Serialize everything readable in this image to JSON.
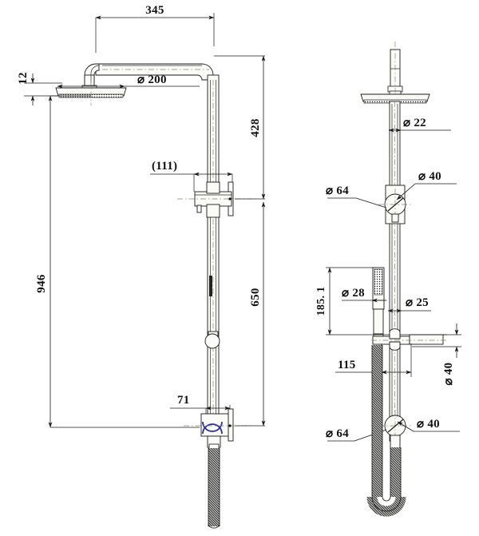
{
  "drawing": {
    "title": "Shower Column Dimensioned Drawing",
    "background_color": "#ffffff",
    "line_color": "#1a1a1a",
    "accent_color": "#2b2f9e",
    "centerline_color": "#8a8468",
    "diameter_symbol": "⌀"
  },
  "views": {
    "front": {
      "name": "front-elevation-view",
      "label": ""
    },
    "side": {
      "name": "side-elevation-view",
      "label": ""
    }
  },
  "dimensions": {
    "front": [
      {
        "id": "arm-length",
        "text": "345",
        "value": 345,
        "unit": "mm",
        "orientation": "horizontal",
        "type": "linear"
      },
      {
        "id": "head-thickness",
        "text": "12",
        "value": 12,
        "unit": "mm",
        "orientation": "vertical",
        "type": "linear"
      },
      {
        "id": "head-diameter",
        "text": "⌀ 200",
        "value": 200,
        "unit": "mm",
        "orientation": "horizontal",
        "type": "diameter"
      },
      {
        "id": "diverter-offset",
        "text": "(111)",
        "value": 111,
        "unit": "mm",
        "orientation": "horizontal",
        "type": "reference"
      },
      {
        "id": "overall-height",
        "text": "946",
        "value": 946,
        "unit": "mm",
        "orientation": "vertical",
        "type": "linear"
      },
      {
        "id": "head-to-diverter",
        "text": "428",
        "value": 428,
        "unit": "mm",
        "orientation": "vertical",
        "type": "linear"
      },
      {
        "id": "diverter-to-outlet",
        "text": "650",
        "value": 650,
        "unit": "mm",
        "orientation": "vertical",
        "type": "linear"
      },
      {
        "id": "outlet-offset",
        "text": "71",
        "value": 71,
        "unit": "mm",
        "orientation": "horizontal",
        "type": "linear"
      }
    ],
    "side": [
      {
        "id": "riser-diameter",
        "text": "⌀ 22",
        "value": 22,
        "unit": "mm",
        "orientation": "horizontal",
        "type": "diameter"
      },
      {
        "id": "diverter-body-diameter",
        "text": "⌀ 64",
        "value": 64,
        "unit": "mm",
        "orientation": "horizontal",
        "type": "diameter"
      },
      {
        "id": "diverter-handle-diameter",
        "text": "⌀ 40",
        "value": 40,
        "unit": "mm",
        "orientation": "horizontal",
        "type": "diameter"
      },
      {
        "id": "handshower-length",
        "text": "185. 1",
        "value": 185.1,
        "unit": "mm",
        "orientation": "vertical",
        "type": "linear"
      },
      {
        "id": "handshower-diameter",
        "text": "⌀ 28",
        "value": 28,
        "unit": "mm",
        "orientation": "horizontal",
        "type": "diameter"
      },
      {
        "id": "rail-diameter",
        "text": "⌀ 25",
        "value": 25,
        "unit": "mm",
        "orientation": "horizontal",
        "type": "diameter"
      },
      {
        "id": "holder-projection",
        "text": "115",
        "value": 115,
        "unit": "mm",
        "orientation": "horizontal",
        "type": "linear"
      },
      {
        "id": "holder-diameter",
        "text": "⌀ 40",
        "value": 40,
        "unit": "mm",
        "orientation": "vertical",
        "type": "diameter"
      },
      {
        "id": "outlet-body-diameter",
        "text": "⌀ 64",
        "value": 64,
        "unit": "mm",
        "orientation": "horizontal",
        "type": "diameter"
      },
      {
        "id": "outlet-handle-diameter",
        "text": "⌀ 40",
        "value": 40,
        "unit": "mm",
        "orientation": "horizontal",
        "type": "diameter"
      }
    ]
  },
  "labels": {
    "d345": "345",
    "d12": "12",
    "d200": "⌀ 200",
    "d111": "(111)",
    "d946": "946",
    "d428": "428",
    "d650": "650",
    "d71": "71",
    "s22": "⌀ 22",
    "s64top": "⌀ 64",
    "s40top": "⌀ 40",
    "s185": "185. 1",
    "s28": "⌀ 28",
    "s25": "⌀ 25",
    "s115": "115",
    "s40mid": "⌀ 40",
    "s64bot": "⌀ 64",
    "s40bot": "⌀ 40"
  }
}
